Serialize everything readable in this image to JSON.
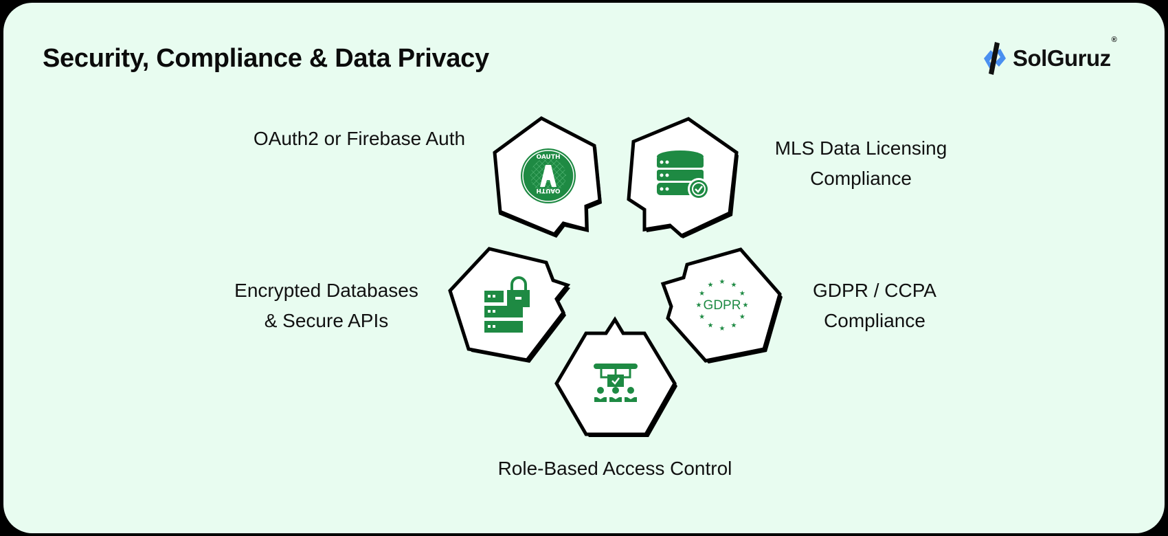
{
  "title": "Security, Compliance & Data Privacy",
  "brand": {
    "name": "SolGuruz",
    "registered": "®",
    "colors": {
      "blue": "#4a8ff0",
      "dark": "#111111"
    }
  },
  "colors": {
    "background": "#e8fcf0",
    "icon_green": "#1e8a43",
    "outline": "#000000",
    "hex_fill": "#ffffff"
  },
  "items": [
    {
      "id": "oauth",
      "label_lines": [
        "OAuth2 or Firebase Auth"
      ],
      "icon": "oauth-badge-icon",
      "icon_text": "OAUTH",
      "icon_letter": "A"
    },
    {
      "id": "mls",
      "label_lines": [
        "MLS Data Licensing",
        "Compliance"
      ],
      "icon": "database-check-icon"
    },
    {
      "id": "encrypted",
      "label_lines": [
        "Encrypted Databases",
        "& Secure APIs"
      ],
      "icon": "server-lock-icon"
    },
    {
      "id": "gdpr",
      "label_lines": [
        "GDPR / CCPA",
        "Compliance"
      ],
      "icon": "gdpr-stars-icon",
      "icon_text": "GDPR"
    },
    {
      "id": "rbac",
      "label_lines": [
        "Role-Based Access Control"
      ],
      "icon": "role-access-icon"
    }
  ]
}
